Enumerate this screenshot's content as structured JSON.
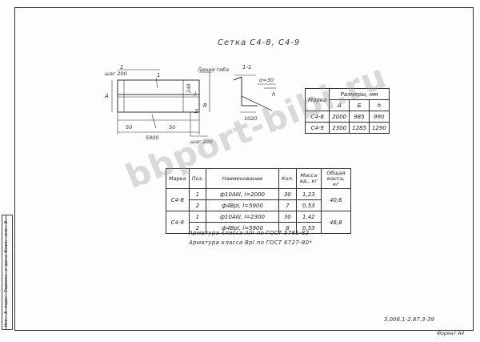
{
  "title": "Сетка С4-8, С4-9",
  "stamp_text": "Инв. № подл. Подпись и дата Взам. инв. №",
  "drawing": {
    "label_1a": "1",
    "step_top": "шаг 200",
    "line_bend": "Линия гиба",
    "label_A": "A",
    "label_1b": "1",
    "dim_240": "240",
    "dim_l": "l",
    "dim_R": "R",
    "label_2": "2",
    "dim_50_left": "50",
    "dim_5900": "5900",
    "dim_50_right": "50",
    "step_bottom": "шаг 200",
    "section_label": "1-1",
    "section_angle": "α=30",
    "section_h": "h",
    "section_1020": "1020"
  },
  "dims_table": {
    "header_mark": "Марка",
    "header_sizes": "Размеры, мм",
    "sub_A": "A",
    "sub_B": "Б",
    "sub_h": "h",
    "rows": [
      {
        "mark": "С4-8",
        "a": "2000",
        "b": "985",
        "h": "990"
      },
      {
        "mark": "С4-9",
        "a": "2300",
        "b": "1285",
        "h": "1290"
      }
    ]
  },
  "spec_table": {
    "h_mark": "Марка",
    "h_pos": "Поз.",
    "h_name": "Наименование",
    "h_qty": "Кол.",
    "h_mass": "Масса ед., кг",
    "h_total": "Общая масса, кг",
    "rows": [
      {
        "mark": "С4-8",
        "pos": "1",
        "name": "ф10АIII, l=2000",
        "qty": "30",
        "mass": "1,23",
        "total": "40,6"
      },
      {
        "mark": "",
        "pos": "2",
        "name": "ф4ВрI, l=5900",
        "qty": "7",
        "mass": "0,53",
        "total": ""
      },
      {
        "mark": "С4-9",
        "pos": "1",
        "name": "ф10АIII, l=2300",
        "qty": "30",
        "mass": "1,42",
        "total": "46,8"
      },
      {
        "mark": "",
        "pos": "2",
        "name": "ф4ВрI, l=5900",
        "qty": "8",
        "mass": "0,53",
        "total": ""
      }
    ]
  },
  "notes": [
    "Арматура класса АIII по ГОСТ 5781-82",
    "Арматура класса ВрI по ГОСТ 6727-80*"
  ],
  "doc_code": "3.006.1-2.87.3-39",
  "format": "Формат А4",
  "watermark": "bbport-bibi.ru"
}
